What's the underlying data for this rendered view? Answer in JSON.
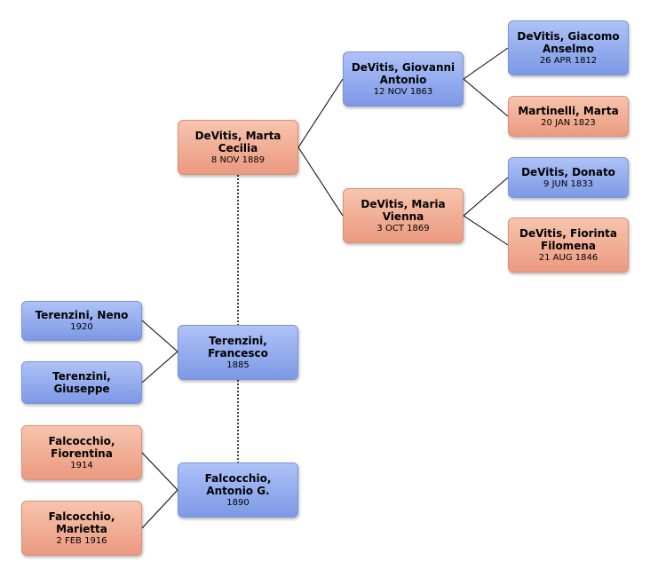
{
  "people": {
    "marta_cecilia": {
      "name": "DeVitis, Marta Cecilia",
      "date": "8 NOV 1889",
      "gender": "female"
    },
    "giovanni_antonio": {
      "name": "DeVitis, Giovanni Antonio",
      "date": "12 NOV 1863",
      "gender": "male"
    },
    "maria_vienna": {
      "name": "DeVitis, Maria Vienna",
      "date": "3 OCT 1869",
      "gender": "female"
    },
    "giacomo_anselmo": {
      "name": "DeVitis, Giacomo Anselmo",
      "date": "26 APR 1812",
      "gender": "male"
    },
    "marta_martinelli": {
      "name": "Martinelli, Marta",
      "date": "20 JAN 1823",
      "gender": "female"
    },
    "donato": {
      "name": "DeVitis, Donato",
      "date": "9 JUN 1833",
      "gender": "male"
    },
    "fiorinta_filomena": {
      "name": "DeVitis, Fiorinta Filomena",
      "date": "21 AUG 1846",
      "gender": "female"
    },
    "francesco": {
      "name": "Terenzini, Francesco",
      "date": "1885",
      "gender": "male"
    },
    "neno": {
      "name": "Terenzini, Neno",
      "date": "1920",
      "gender": "male"
    },
    "giuseppe": {
      "name": "Terenzini, Giuseppe",
      "date": "",
      "gender": "male"
    },
    "antonio_g": {
      "name": "Falcocchio, Antonio G.",
      "date": "1890",
      "gender": "male"
    },
    "fiorentina": {
      "name": "Falcocchio, Fiorentina",
      "date": "1914",
      "gender": "female"
    },
    "marietta": {
      "name": "Falcocchio, Marietta",
      "date": "2 FEB 1916",
      "gender": "female"
    }
  },
  "colors": {
    "male": "#8fa8ee",
    "female": "#f1ad93",
    "line": "#000000"
  }
}
